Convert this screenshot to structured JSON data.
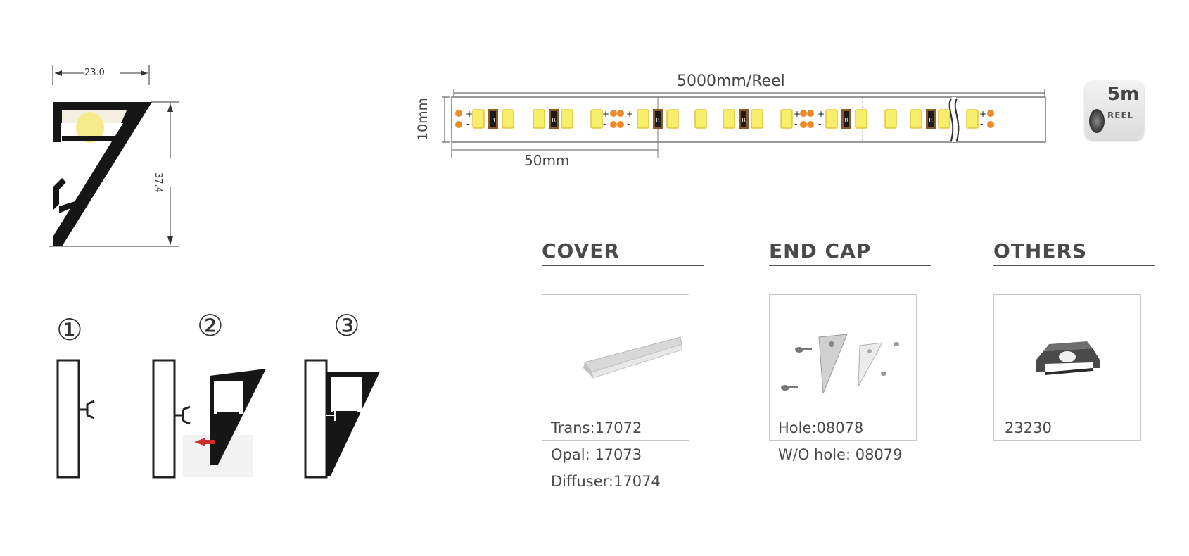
{
  "profile": {
    "width_label": "23.0",
    "height_label": "37.4"
  },
  "install_steps": [
    {
      "number": "①"
    },
    {
      "number": "②"
    },
    {
      "number": "③"
    }
  ],
  "strip": {
    "reel_length_label": "5000mm/Reel",
    "width_label": "10mm",
    "segment_label": "50mm",
    "resistor_mark": "R",
    "reel_badge": {
      "length": "5m",
      "caption": "REEL"
    }
  },
  "accessories": {
    "cover": {
      "title": "COVER",
      "codes": [
        "Trans:17072",
        "Opal: 17073",
        "Diffuser:17074"
      ]
    },
    "end_cap": {
      "title": "END CAP",
      "codes": [
        "Hole:08078",
        "W/O hole: 08079"
      ]
    },
    "others": {
      "title": "OTHERS",
      "codes": [
        "23230"
      ]
    }
  },
  "colors": {
    "led_yellow": "#f7ef6a",
    "pad_orange": "#ee8a2a",
    "profile_black": "#161616",
    "arrow_red": "#c9302c"
  }
}
